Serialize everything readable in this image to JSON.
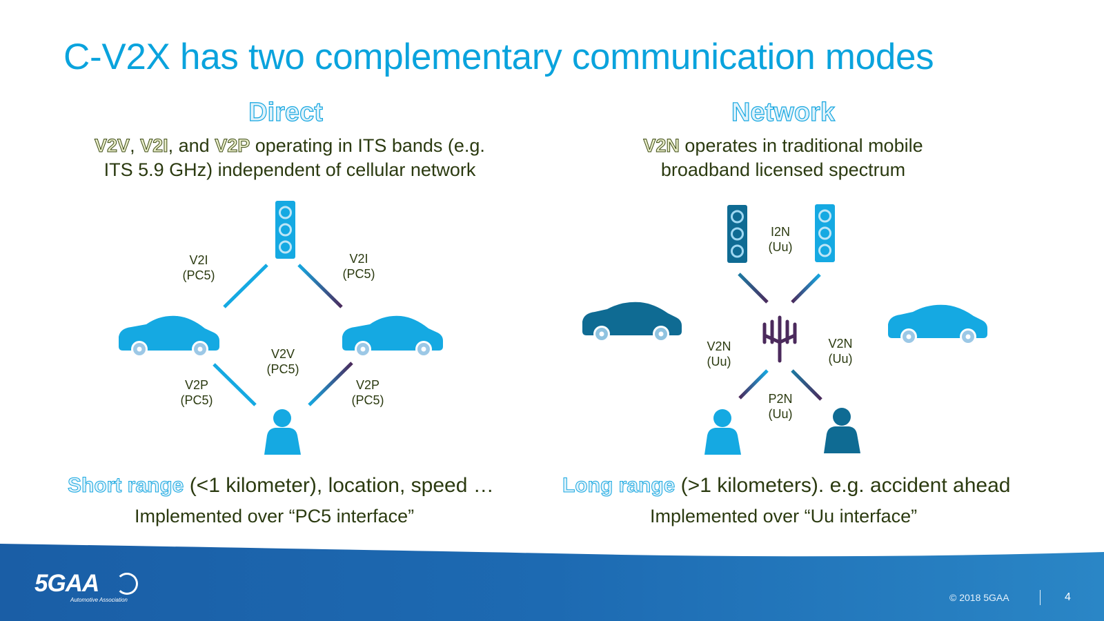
{
  "slide": {
    "title": "C-V2X has two complementary communication modes",
    "left": {
      "heading": "Direct",
      "desc": {
        "hl1": "V2V",
        "sep1": ", ",
        "hl2": "V2I",
        "sep2": ", and ",
        "hl3": "V2P",
        "rest1": " operating in ITS bands (e.g.",
        "line2": "ITS 5.9 GHz) independent of cellular network"
      },
      "range": {
        "hl": "Short range",
        "rest": " (<1 kilometer), location, speed …"
      },
      "impl": "Implemented over “PC5 interface”"
    },
    "right": {
      "heading": "Network",
      "desc": {
        "hl": "V2N",
        "rest1": " operates in traditional mobile",
        "line2": "broadband licensed spectrum"
      },
      "range": {
        "hl": "Long range",
        "rest": " (>1 kilometers). e.g. accident ahead"
      },
      "impl": "Implemented over “Uu interface”"
    }
  },
  "diagram_left": {
    "v2i_left": {
      "l1": "V2I",
      "l2": "(PC5)"
    },
    "v2i_right": {
      "l1": "V2I",
      "l2": "(PC5)"
    },
    "v2v": {
      "l1": "V2V",
      "l2": "(PC5)"
    },
    "v2p_left": {
      "l1": "V2P",
      "l2": "(PC5)"
    },
    "v2p_right": {
      "l1": "V2P",
      "l2": "(PC5)"
    }
  },
  "diagram_right": {
    "i2n": {
      "l1": "I2N",
      "l2": "(Uu)"
    },
    "v2n_left": {
      "l1": "V2N",
      "l2": "(Uu)"
    },
    "v2n_right": {
      "l1": "V2N",
      "l2": "(Uu)"
    },
    "p2n": {
      "l1": "P2N",
      "l2": "(Uu)"
    }
  },
  "footer": {
    "logo_text": "5GAA",
    "logo_sub": "Automotive Association",
    "copyright": "© 2018 5GAA",
    "page": "4"
  },
  "colors": {
    "title_blue": "#0aa3dd",
    "light_blue": "#15a9e2",
    "dark_teal": "#0f6b93",
    "purple": "#4b2a5c",
    "footer_blue": "#1d6ab2"
  },
  "icons": [
    "traffic-light-icon",
    "car-icon",
    "person-icon",
    "cell-tower-icon",
    "5gaa-logo"
  ]
}
